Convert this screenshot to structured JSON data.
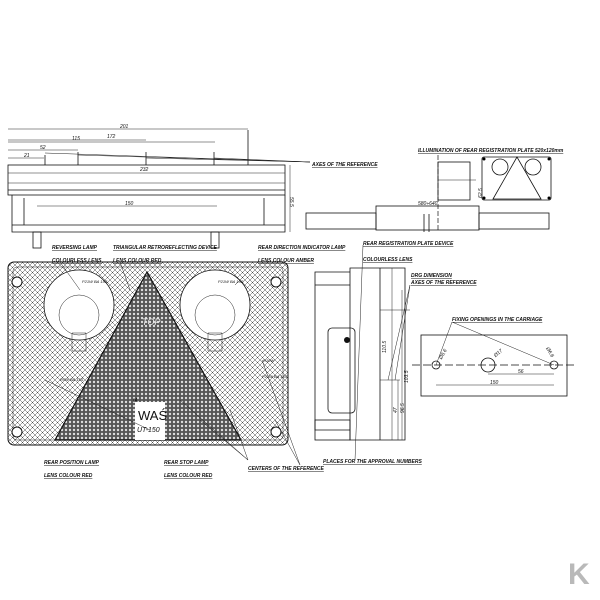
{
  "colors": {
    "ink": "#111111",
    "paper": "#ffffff",
    "logo": "#b9b9b9"
  },
  "top_view": {
    "dims": [
      "201",
      "172",
      "115",
      "52",
      "21",
      "232",
      "150",
      "55.5"
    ],
    "axes_label": "AXES OF THE REFERENCE"
  },
  "plate_view": {
    "title": "ILLUMINATION OF REAR REGISTRATION PLATE 520x120mm",
    "dim_width": "580÷640",
    "dim_height": "62.5"
  },
  "front_view": {
    "labels": {
      "reversing": "REVERSING LAMP",
      "reversing_lens": "COLOURLESS LENS",
      "triangle": "TRIANGULAR RETROREFLECTING DEVICE",
      "triangle_lens": "LENS COLOUR RED",
      "indicator": "REAR DIRECTION INDICATOR LAMP",
      "indicator_lens": "LENS COLOUR AMBER",
      "position": "REAR POSITION LAMP",
      "position_lens": "LENS COLOUR RED",
      "stop": "REAR STOP LAMP",
      "stop_lens": "LENS COLOUR RED",
      "centers": "CENTERS OF THE REFERENCE",
      "approval": "PLACES FOR THE APPROVAL NUMBERS"
    },
    "bulbs": {
      "left_top": "P21W BA 15S",
      "right_top": "P21W BA 15S",
      "left_low": "R5W BA 15S",
      "right_low": "P21W BA 15S",
      "small": "R10W"
    },
    "marks": {
      "top": "TOP",
      "brand": "WAŚ",
      "model": "UT-150",
      "ia": "IA"
    }
  },
  "side_view": {
    "labels": {
      "plate_device": "REAR REGISTRATION PLATE DEVICE",
      "plate_lens": "COLOURLESS LENS",
      "drg": "DRG DIMENSION",
      "axes": "AXES OF THE REFERENCE"
    },
    "dims": [
      "110.5",
      "103.5",
      "47",
      "96.5"
    ]
  },
  "fixing": {
    "title": "FIXING OPENINGS IN THE CARRIAGE",
    "dims": [
      "Ø6.6",
      "Ø17",
      "Ø6.6",
      "56",
      "150"
    ]
  },
  "logo": {
    "letter": "K"
  }
}
